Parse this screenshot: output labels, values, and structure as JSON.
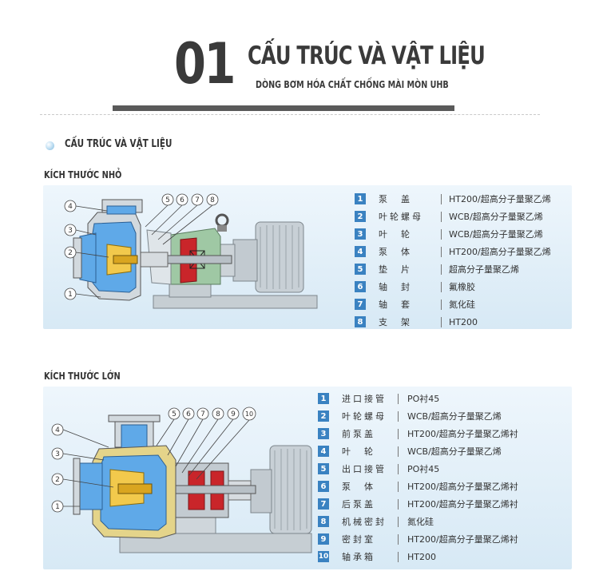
{
  "header": {
    "number": "01",
    "title": "CẤU TRÚC VÀ VẬT LIỆU",
    "subtitle": "DÒNG BƠM HÓA CHẤT CHỐNG MÀI MÒN UHB"
  },
  "section": {
    "heading": "CẤU TRÚC VÀ VẬT LIỆU"
  },
  "small_pump": {
    "label": "KÍCH THƯỚC NHỎ",
    "callouts_left": [
      "4",
      "3",
      "2",
      "1"
    ],
    "callouts_top": [
      "5",
      "6",
      "7",
      "8"
    ],
    "parts": [
      {
        "num": "1",
        "name": "泵　盖",
        "material": "HT200/超高分子量聚乙烯"
      },
      {
        "num": "2",
        "name": "叶轮螺母",
        "material": "WCB/超高分子量聚乙烯"
      },
      {
        "num": "3",
        "name": "叶　轮",
        "material": "WCB/超高分子量聚乙烯"
      },
      {
        "num": "4",
        "name": "泵　体",
        "material": "HT200/超高分子量聚乙烯"
      },
      {
        "num": "5",
        "name": "垫　片",
        "material": "超高分子量聚乙烯"
      },
      {
        "num": "6",
        "name": "轴　封",
        "material": "氟橡胶"
      },
      {
        "num": "7",
        "name": "轴　套",
        "material": "氮化硅"
      },
      {
        "num": "8",
        "name": "支　架",
        "material": "HT200"
      }
    ]
  },
  "large_pump": {
    "label": "KÍCH THƯỚC LỚN",
    "callouts_left": [
      "4",
      "3",
      "2",
      "1"
    ],
    "callouts_top": [
      "5",
      "6",
      "7",
      "8",
      "9",
      "10"
    ],
    "parts": [
      {
        "num": "1",
        "name": "进口接管",
        "material": "PO衬45"
      },
      {
        "num": "2",
        "name": "叶轮螺母",
        "material": "WCB/超高分子量聚乙烯"
      },
      {
        "num": "3",
        "name": "前泵盖",
        "material": "HT200/超高分子量聚乙烯衬"
      },
      {
        "num": "4",
        "name": "叶　轮",
        "material": "WCB/超高分子量聚乙烯"
      },
      {
        "num": "5",
        "name": "出口接管",
        "material": "PO衬45"
      },
      {
        "num": "6",
        "name": "泵　体",
        "material": "HT200/超高分子量聚乙烯衬"
      },
      {
        "num": "7",
        "name": "后泵盖",
        "material": "HT200/超高分子量聚乙烯衬"
      },
      {
        "num": "8",
        "name": "机械密封",
        "material": "氮化硅"
      },
      {
        "num": "9",
        "name": "密封室",
        "material": "HT200/超高分子量聚乙烯衬"
      },
      {
        "num": "10",
        "name": "轴承箱",
        "material": "HT200"
      }
    ]
  },
  "colors": {
    "number_badge": "#3a82c1",
    "pump_blue": "#5fa9e8",
    "frame_green": "#9fc8a4",
    "bearing_red": "#c9252a",
    "panel_top": "#eef6fc",
    "panel_bottom": "#d7e9f5"
  }
}
